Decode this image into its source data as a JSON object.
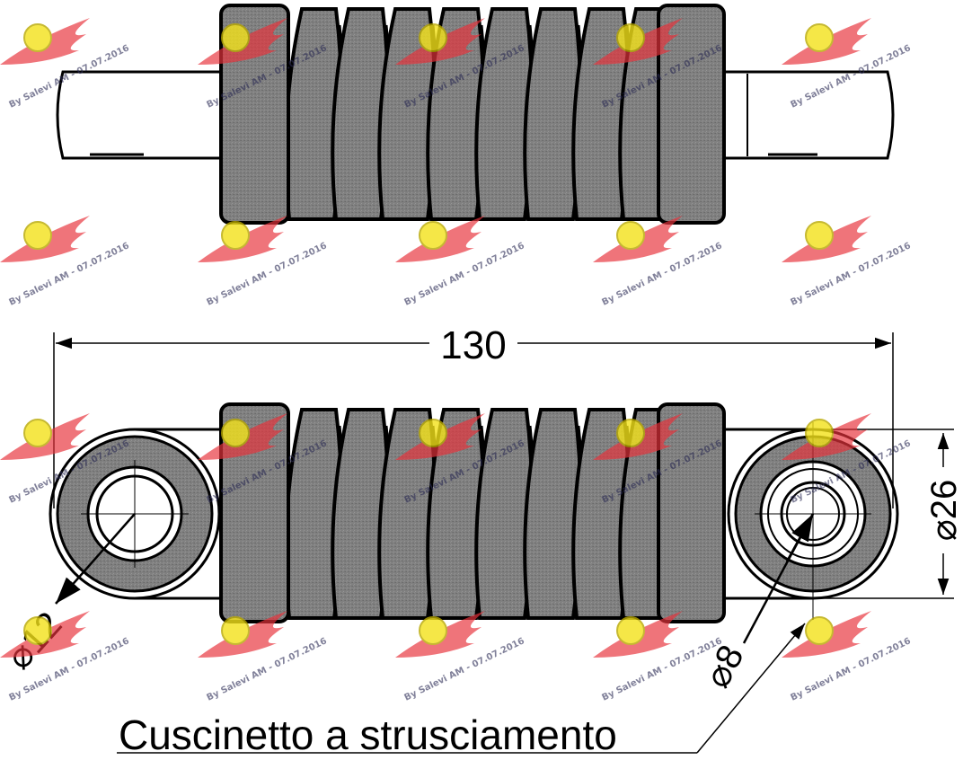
{
  "dimensions": {
    "overall_length": "130",
    "outer_diameter": "26",
    "left_bore_diameter": "12",
    "right_bore_diameter": "8",
    "diameter_symbol": "⌀"
  },
  "callout": {
    "label": "Cuscinetto a strusciamento"
  },
  "watermark": {
    "text": "By Salevi AM - 07.07.2016",
    "logo_color": "#e8323c",
    "badge_color": "#f3e21a"
  },
  "colors": {
    "spring_fill": "#7d7d7d",
    "outline": "#000000"
  }
}
